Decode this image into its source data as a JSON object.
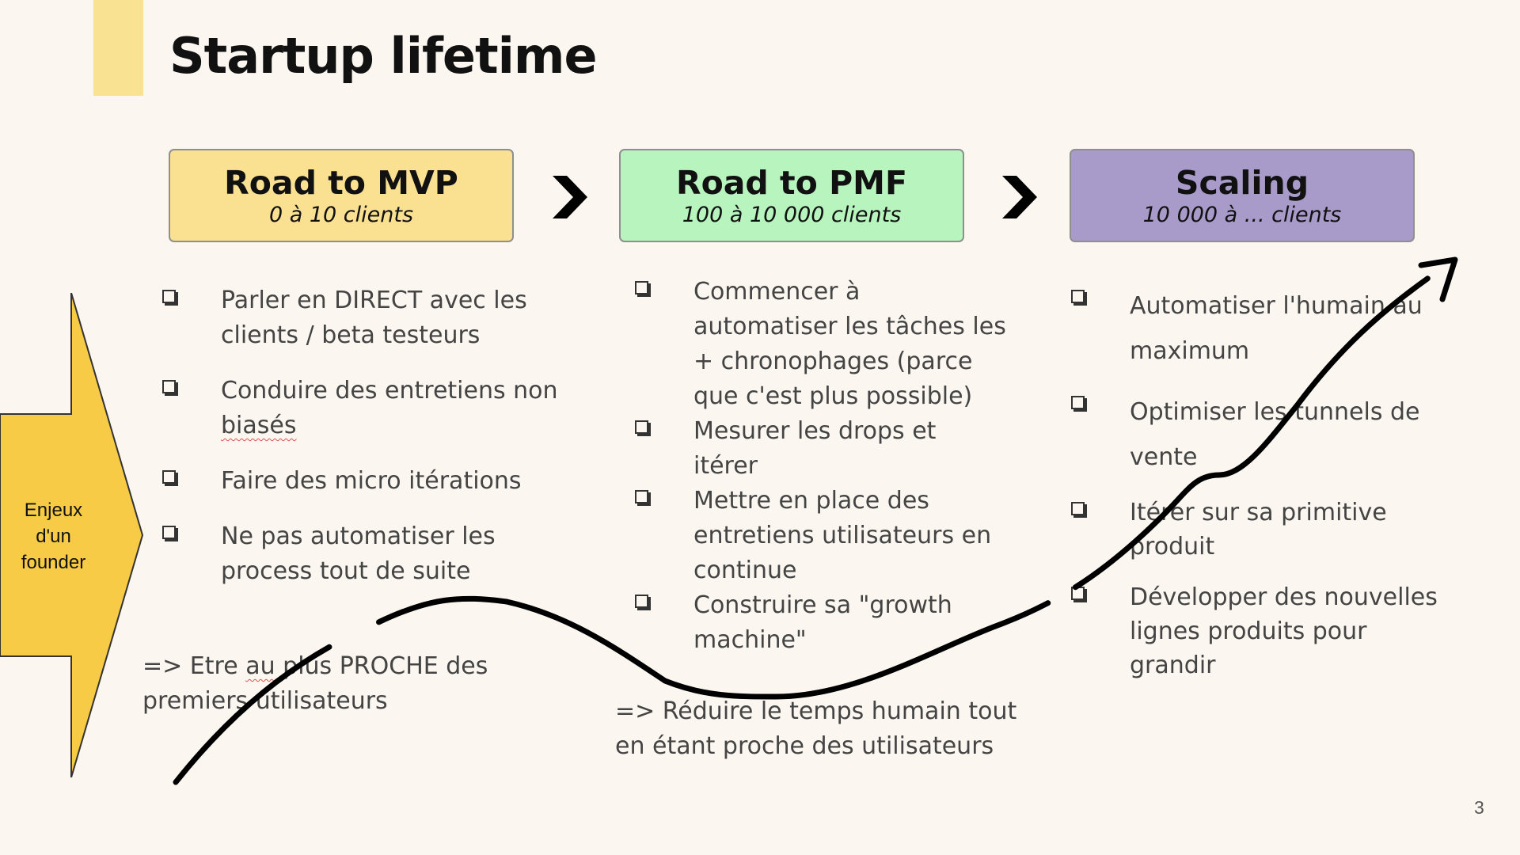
{
  "slide": {
    "title": "Startup lifetime",
    "page_number": "3",
    "side_label": "Enjeux d'un founder",
    "colors": {
      "background": "#fbf6f0",
      "accent_bar": "#f9e292",
      "mvp": "#fae192",
      "pmf": "#b8f4be",
      "scaling": "#a89ac9",
      "side_arrow": "#f7cb45"
    }
  },
  "phases": [
    {
      "title": "Road to MVP",
      "subtitle": "0 à 10 clients",
      "items": [
        "Parler en DIRECT avec les clients / beta testeurs",
        "Conduire des entretiens non",
        "Faire des micro itérations",
        "Ne pas automatiser les process tout de suite"
      ],
      "item2_extra": "biasés",
      "conclusion_prefix": "=> Etre ",
      "conclusion_word": "au",
      "conclusion_rest": " plus PROCHE des premiers utilisateurs"
    },
    {
      "title": "Road to PMF",
      "subtitle": "100 à 10 000 clients",
      "items": [
        "Commencer à automatiser les tâches les + chronophages (parce que c'est plus possible)",
        "Mesurer les drops et itérer",
        "Mettre en place des entretiens utilisateurs en continue",
        "Construire sa \"growth machine\""
      ],
      "conclusion": "=> Réduire le temps humain tout en étant proche des utilisateurs"
    },
    {
      "title": "Scaling",
      "subtitle": "10 000 à ... clients",
      "items": [
        "Automatiser l'humain au maximum",
        "Optimiser les tunnels de vente",
        "Itérer sur sa primitive produit",
        "Développer des nouvelles lignes produits pour grandir"
      ]
    }
  ],
  "icons": {
    "phase_separator": "chevron-right-icon",
    "bullet": "checkbox-icon",
    "side": "arrow-right-icon",
    "trend": "growth-curve-arrow-icon"
  }
}
